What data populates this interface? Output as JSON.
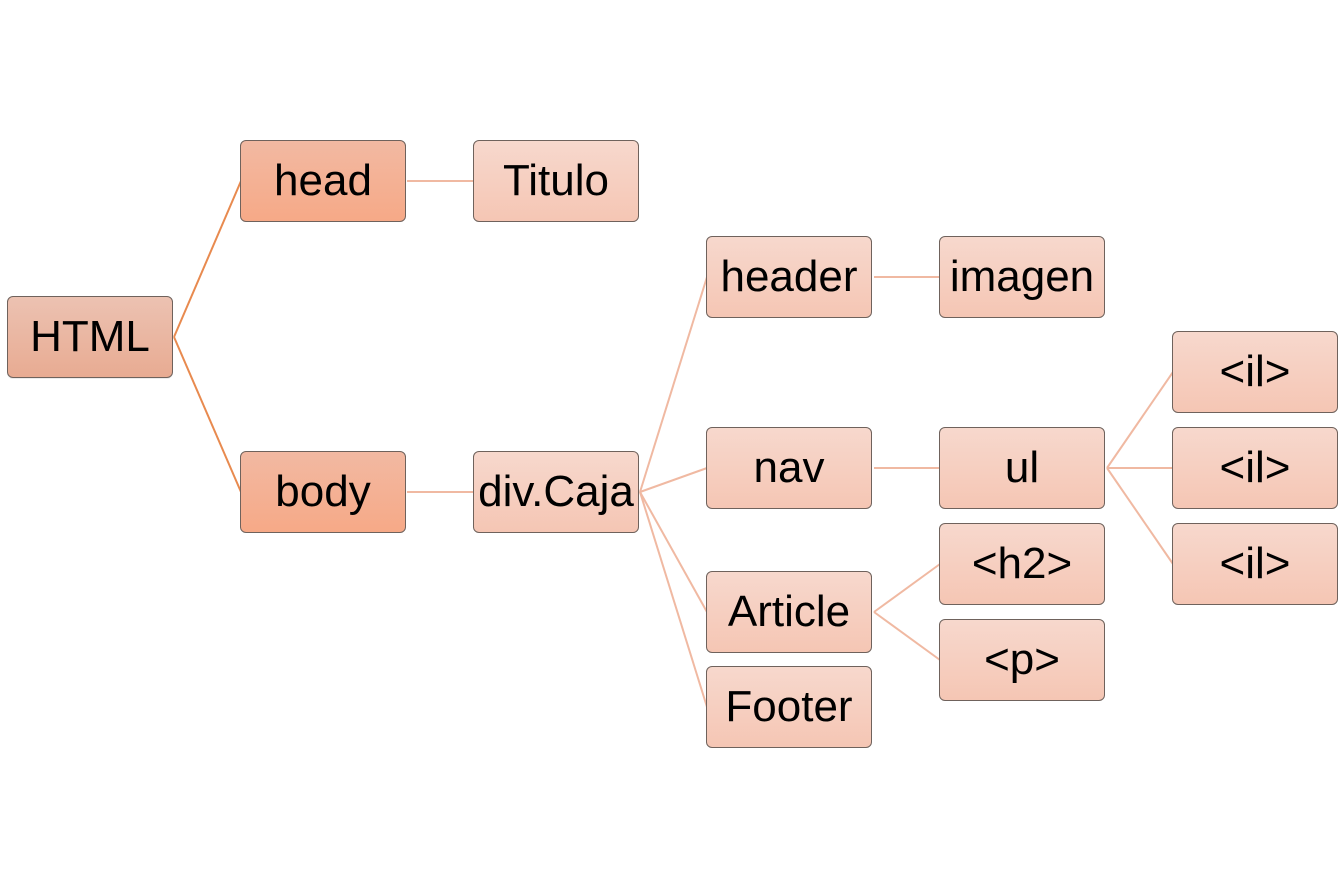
{
  "diagram": {
    "type": "tree",
    "colors": {
      "root_fill": "#e8ab92",
      "level1_fill": "#f6a987",
      "level2_fill": "#f5c6b4",
      "level1_line": "#e88a4f",
      "deep_line": "#f0b9a2",
      "node_border": "#6f625c"
    },
    "nodes": {
      "html": {
        "label": "HTML",
        "level": 0
      },
      "head": {
        "label": "head",
        "level": 1
      },
      "body": {
        "label": "body",
        "level": 1
      },
      "titulo": {
        "label": "Titulo",
        "level": 2
      },
      "div_caja": {
        "label": "div.Caja",
        "level": 2
      },
      "header": {
        "label": "header",
        "level": 2
      },
      "imagen": {
        "label": "imagen",
        "level": 2
      },
      "nav": {
        "label": "nav",
        "level": 2
      },
      "ul": {
        "label": "ul",
        "level": 2
      },
      "il_1": {
        "label": "<il>",
        "level": 2
      },
      "il_2": {
        "label": "<il>",
        "level": 2
      },
      "il_3": {
        "label": "<il>",
        "level": 2
      },
      "article": {
        "label": "Article",
        "level": 2
      },
      "h2": {
        "label": "<h2>",
        "level": 2
      },
      "p": {
        "label": "<p>",
        "level": 2
      },
      "footer": {
        "label": "Footer",
        "level": 2
      }
    },
    "edges": [
      {
        "from": "html",
        "to": "head"
      },
      {
        "from": "html",
        "to": "body"
      },
      {
        "from": "head",
        "to": "titulo"
      },
      {
        "from": "body",
        "to": "div_caja"
      },
      {
        "from": "div_caja",
        "to": "header"
      },
      {
        "from": "div_caja",
        "to": "nav"
      },
      {
        "from": "div_caja",
        "to": "article"
      },
      {
        "from": "div_caja",
        "to": "footer"
      },
      {
        "from": "header",
        "to": "imagen"
      },
      {
        "from": "nav",
        "to": "ul"
      },
      {
        "from": "ul",
        "to": "il_1"
      },
      {
        "from": "ul",
        "to": "il_2"
      },
      {
        "from": "ul",
        "to": "il_3"
      },
      {
        "from": "article",
        "to": "h2"
      },
      {
        "from": "article",
        "to": "p"
      }
    ]
  }
}
